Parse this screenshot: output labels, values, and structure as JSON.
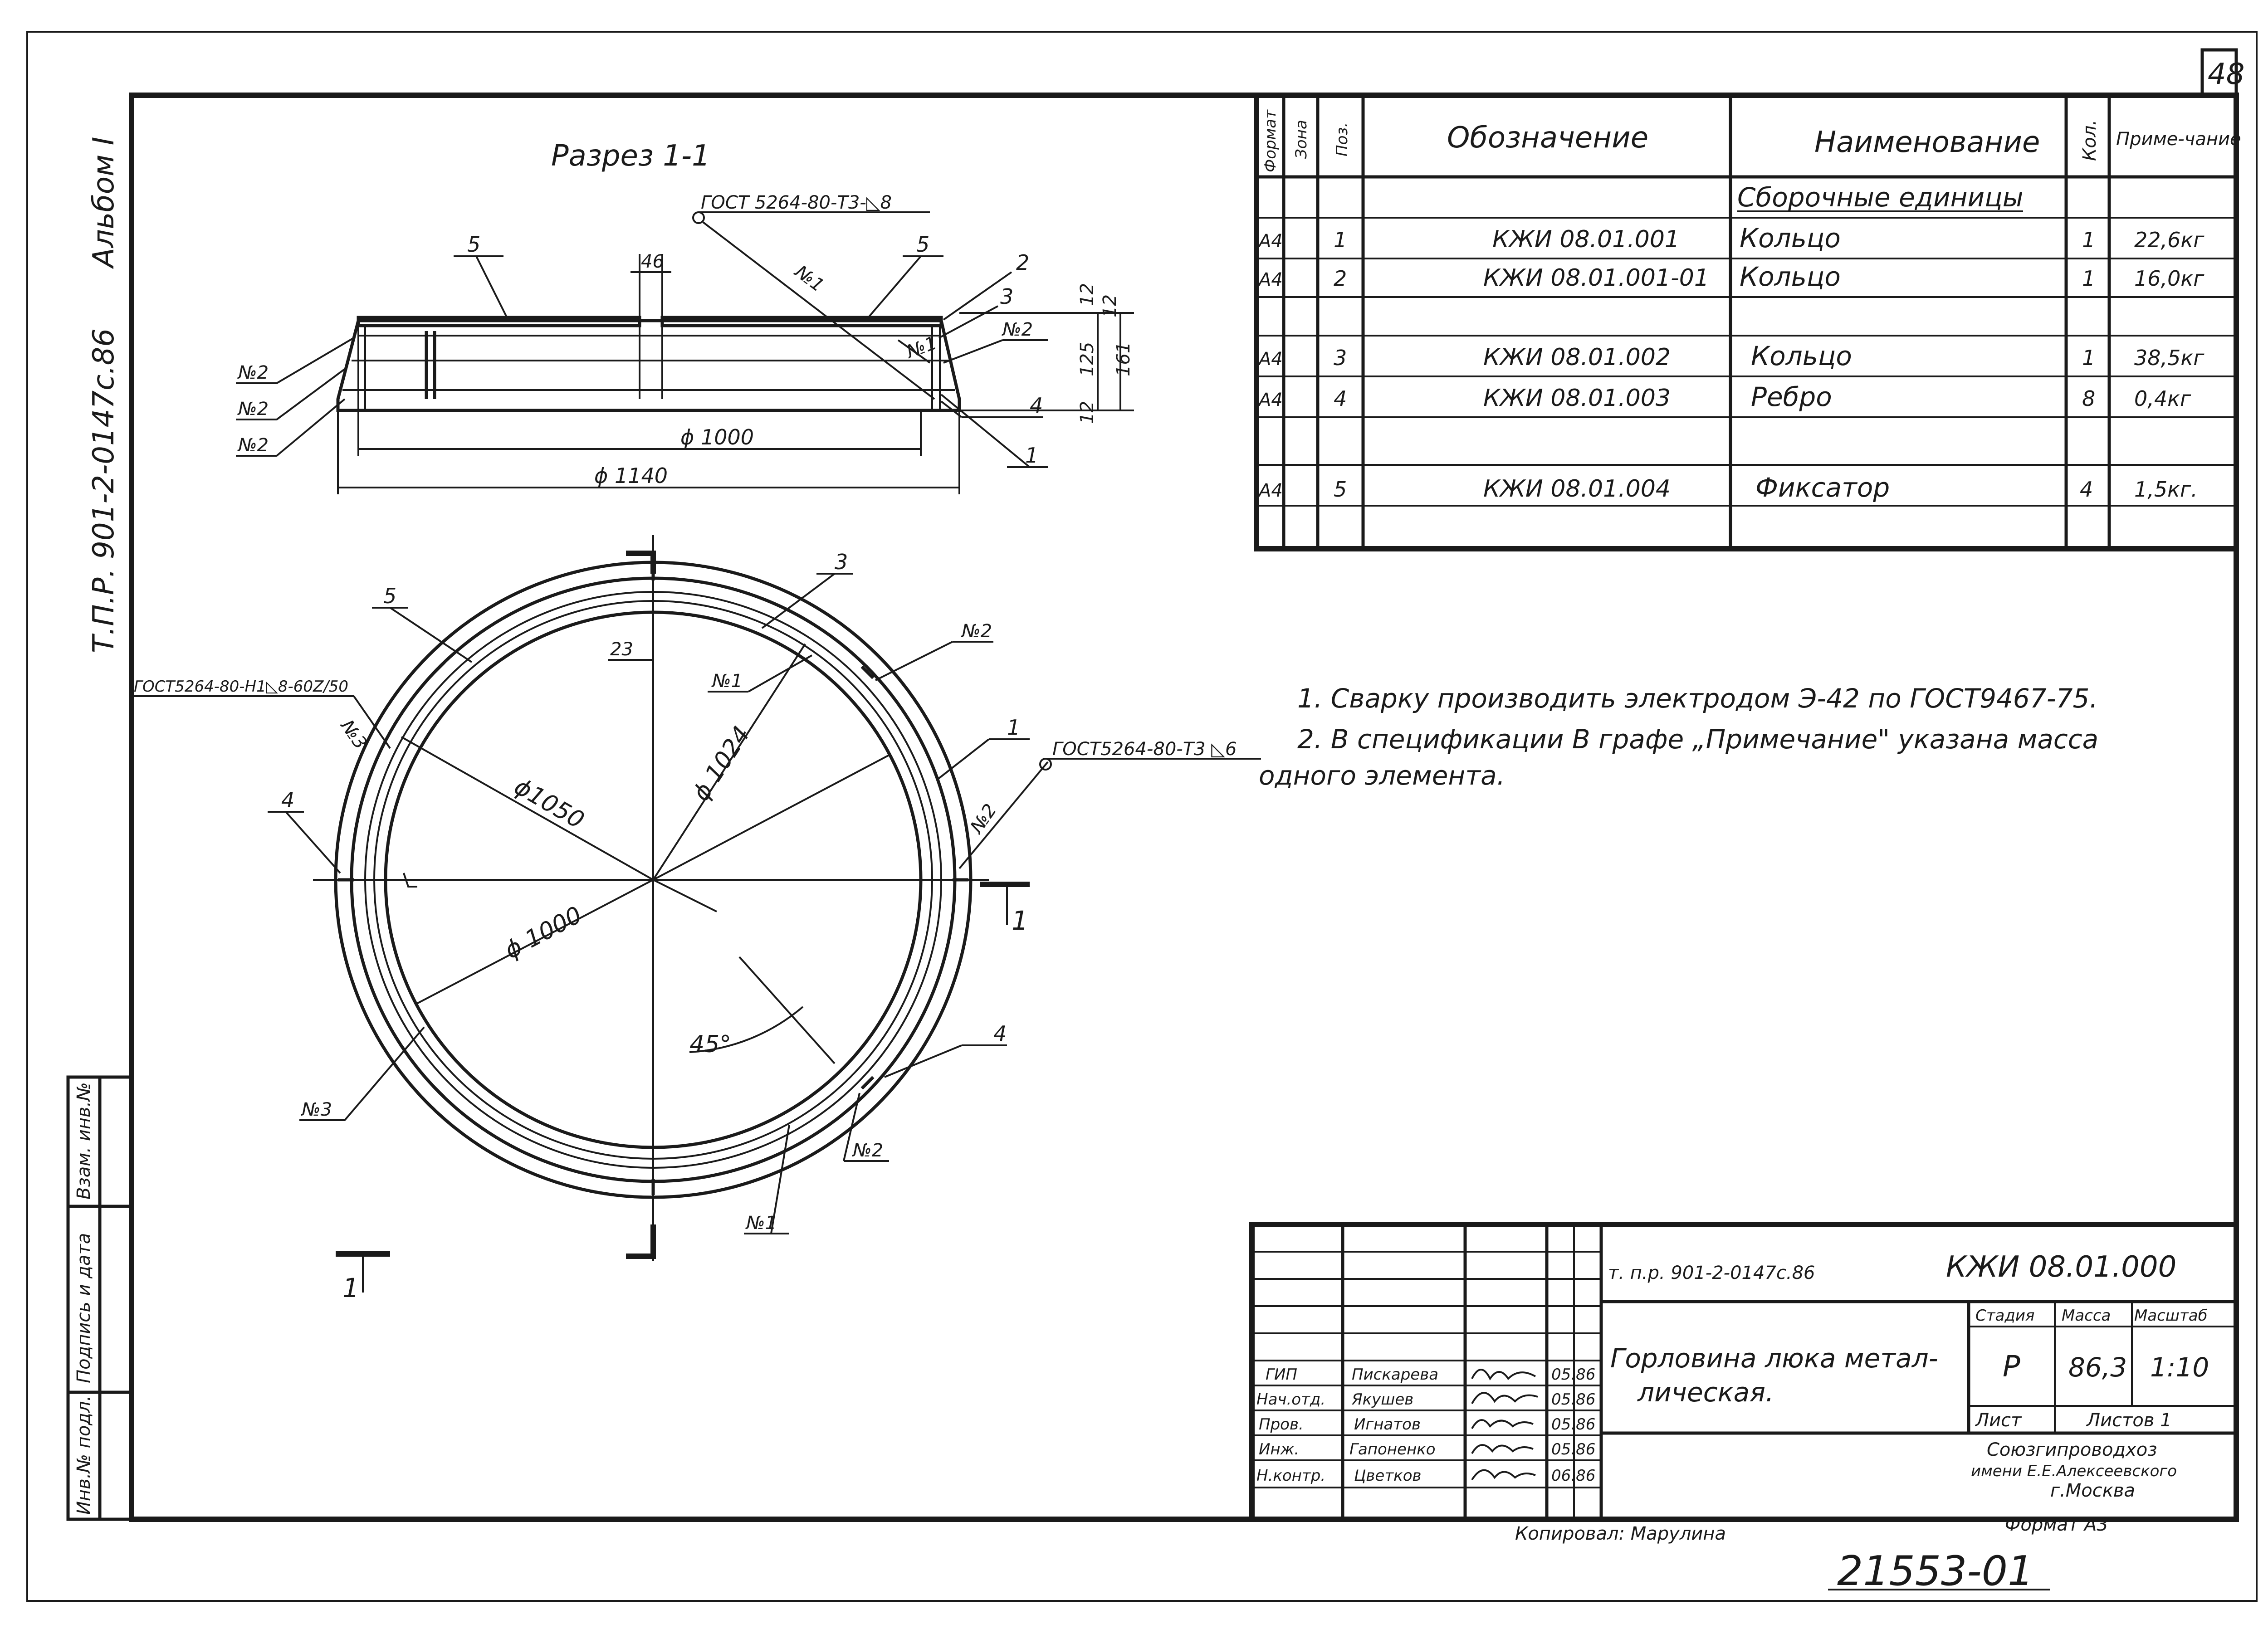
{
  "sheet": {
    "page_number": "48",
    "album_code": "Т.П.Р. 901-2-0147с.86",
    "album_name": "Альбом I"
  },
  "section_view": {
    "title": "Разрез 1-1",
    "weld_note": "ГОСТ 5264-80-Т3-◺8",
    "callouts": {
      "pos1": "1",
      "pos2": "2",
      "pos3": "3",
      "pos4": "4",
      "pos5a": "5",
      "pos5b": "5"
    },
    "weld_marks": {
      "top": "№1",
      "right_inner": "№1",
      "right": "№2",
      "left_a": "№2",
      "left_b": "№2",
      "left_c": "№2"
    },
    "dims": {
      "gap": "46",
      "d_inner": "ϕ 1000",
      "d_outer": "ϕ 1140",
      "h_top": "12",
      "h_mid": "125",
      "h_bot": "12",
      "h_total": "161",
      "h_side": "12"
    }
  },
  "plan_view": {
    "weld_note_left": "ГОСТ5264-80-Н1◺8-60Z/50",
    "weld_note_right": "ГОСТ5264-80-Т3 ◺6",
    "callouts": {
      "pos1": "1",
      "pos3": "3",
      "pos4a": "4",
      "pos4b": "4",
      "pos5": "5"
    },
    "weld_marks": {
      "w1_top": "№1",
      "w1_bottom": "№1",
      "w2_top": "№2",
      "w2_right": "№2",
      "w2_bottom": "№2",
      "w3_left": "№3",
      "w3_bottom": "№3"
    },
    "dims": {
      "d1050": "ϕ1050",
      "d1024": "ϕ 1024",
      "d1000": "ϕ 1000",
      "slot": "23",
      "angle": "45°"
    },
    "section_marks": {
      "right": "1",
      "left": "1"
    }
  },
  "specification": {
    "headers": {
      "format": "Формат",
      "zone": "Зона",
      "pos": "Поз.",
      "designation": "Обозначение",
      "name": "Наименование",
      "qty": "Кол.",
      "note": "Приме-чание"
    },
    "group_title": "Сборочные единицы",
    "rows": [
      {
        "format": "А4",
        "pos": "1",
        "designation": "КЖИ 08.01.001",
        "name": "Кольцо",
        "qty": "1",
        "note": "22,6кг"
      },
      {
        "format": "А4",
        "pos": "2",
        "designation": "КЖИ 08.01.001-01",
        "name": "Кольцо",
        "qty": "1",
        "note": "16,0кг"
      },
      {
        "format": "А4",
        "pos": "3",
        "designation": "КЖИ 08.01.002",
        "name": "Кольцо",
        "qty": "1",
        "note": "38,5кг"
      },
      {
        "format": "А4",
        "pos": "4",
        "designation": "КЖИ 08.01.003",
        "name": "Ребро",
        "qty": "8",
        "note": "0,4кг"
      },
      {
        "format": "А4",
        "pos": "5",
        "designation": "КЖИ 08.01.004",
        "name": "Фиксатор",
        "qty": "4",
        "note": "1,5кг."
      }
    ]
  },
  "notes": {
    "line1": "1. Сварку производить электродом Э-42 по ГОСТ9467-75.",
    "line2": "2. В спецификации  В графе „Примечание\" указана масса",
    "line3": "одного  элемента."
  },
  "side_stamp": {
    "col1": "Инв.№ подл.",
    "col2": "Подпись и дата",
    "col3": "Взам. инв.№"
  },
  "title_block": {
    "project_code": "т. п.р. 901-2-0147с.86",
    "doc_code": "КЖИ 08.01.000",
    "title_line1": "Горловина люка метал-",
    "title_line2": "лическая.",
    "stage_label": "Стадия",
    "mass_label": "Масса",
    "scale_label": "Масштаб",
    "stage": "Р",
    "mass": "86,3",
    "scale": "1:10",
    "sheet_label": "Лист",
    "sheets_label": "Листов 1",
    "org_line1": "Союзгипроводхоз",
    "org_line2": "имени Е.Е.Алексеевского",
    "org_line3": "г.Москва",
    "staff": [
      {
        "role": "ГИП",
        "name": "Пискарева",
        "date": "05.86"
      },
      {
        "role": "Нач.отд.",
        "name": "Якушев",
        "date": "05.86"
      },
      {
        "role": "Пров.",
        "name": "Игнатов",
        "date": "05.86"
      },
      {
        "role": "Инж.",
        "name": "Гапоненко",
        "date": "05.86"
      },
      {
        "role": "Н.контр.",
        "name": "Цветков",
        "date": "06.86"
      }
    ]
  },
  "footer": {
    "copied_by": "Копировал: Марулина",
    "format": "Формат А3",
    "archive_number": "21553-01"
  }
}
